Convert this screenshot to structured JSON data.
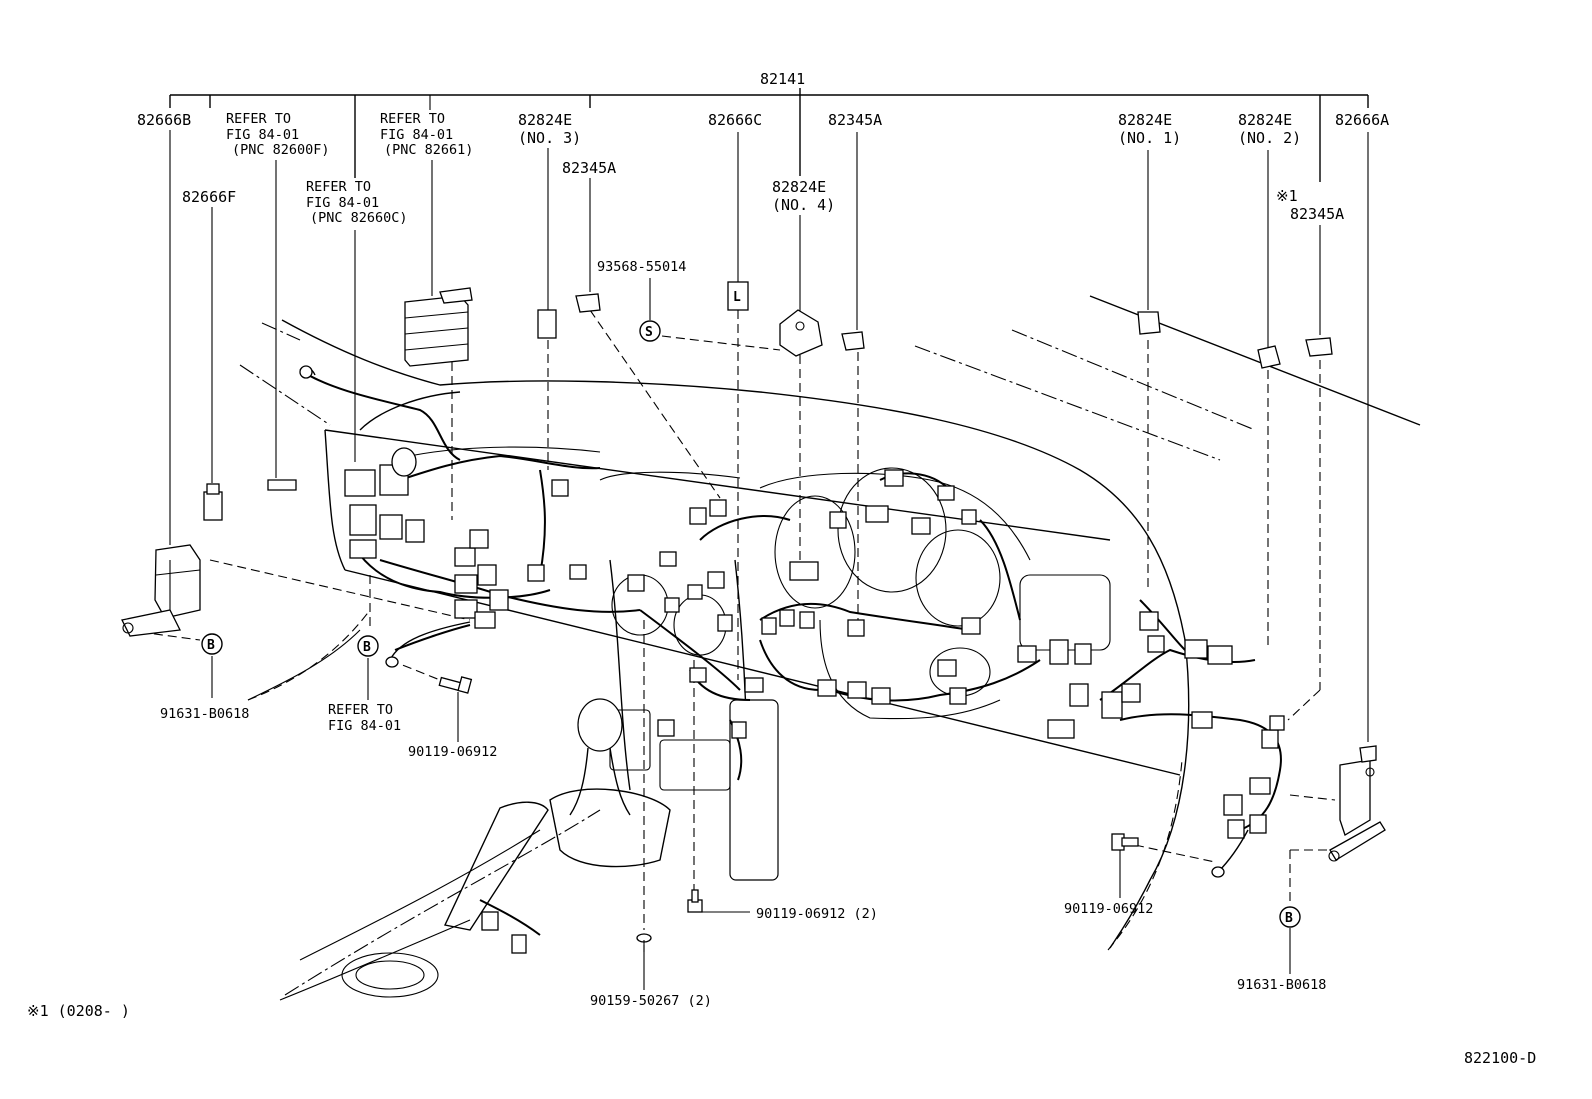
{
  "labels": {
    "top_assembly": "82141",
    "p_82666B": "82666B",
    "p_82666F": "82666F",
    "refer1": [
      "REFER TO",
      "FIG 84-01",
      "(PNC 82600F)"
    ],
    "refer2": [
      "REFER TO",
      "FIG 84-01",
      "(PNC 82660C)"
    ],
    "refer3": [
      "REFER TO",
      "FIG 84-01",
      "(PNC 82661)"
    ],
    "p_82824E_no3": [
      "82824E",
      "(NO. 3)"
    ],
    "p_82345A_a": "82345A",
    "p_93568": "93568-55014",
    "p_82666C": "82666C",
    "p_82824E_no4": [
      "82824E",
      "(NO. 4)"
    ],
    "p_82345A_b": "82345A",
    "p_82824E_no1": [
      "82824E",
      "(NO. 1)"
    ],
    "p_82824E_no2": [
      "82824E",
      "(NO. 2)"
    ],
    "p_82345A_c_mark": "※1",
    "p_82345A_c": "82345A",
    "p_82666A": "82666A",
    "p_91631_left": "91631-B0618",
    "refer4": [
      "REFER TO",
      "FIG 84-01"
    ],
    "p_90119_left": "90119-06912",
    "p_90119_center": "90119-06912 (2)",
    "p_90159": "90159-50267 (2)",
    "p_90119_right": "90119-06912",
    "p_91631_right": "91631-B0618",
    "footnote": "※1 (0208-      )",
    "figure_code": "822100-D"
  },
  "callouts": {
    "b": "B",
    "s": "S"
  },
  "part_marks": {
    "fuse_letter": "L"
  }
}
